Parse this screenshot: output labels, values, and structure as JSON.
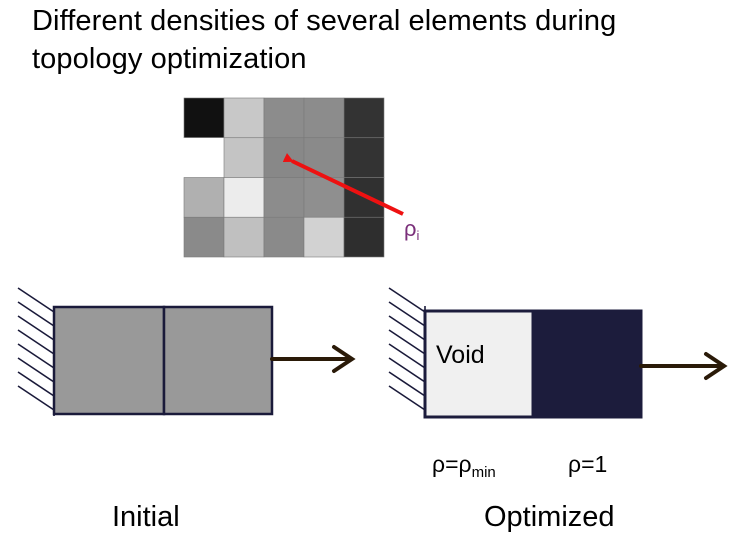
{
  "title": {
    "line1": "Different densities of several elements during",
    "line2": "topology optimization"
  },
  "density_grid": {
    "label_main": "ρ",
    "label_sub": "i",
    "pointer_color": "#ee1111",
    "rows": [
      [
        "#111111",
        "#c8c8c8",
        "#8c8c8c",
        "#8c8c8c",
        "#333333"
      ],
      [
        "#ffffff",
        "#c4c4c4",
        "#888888",
        "#8a8a8a",
        "#333333"
      ],
      [
        "#b0b0b0",
        "#ececec",
        "#8c8c8c",
        "#8f8f8f",
        "#303030"
      ],
      [
        "#8a8a8a",
        "#c0c0c0",
        "#8a8a8a",
        "#d2d2d2",
        "#2e2e2e"
      ]
    ]
  },
  "initial_beam": {
    "caption": "Initial",
    "fill": "#999999",
    "border": "#1a1a3a"
  },
  "optimized_beam": {
    "caption": "Optimized",
    "void_label": "Void",
    "void_fill": "#f0f0f0",
    "solid_fill": "#1c1c3c",
    "rho_min_prefix": "ρ=ρ",
    "rho_min_sub": "min",
    "rho_one": "ρ=1"
  },
  "colors": {
    "arrow": "#2a1a08",
    "support_hatch": "#1a1a3a"
  }
}
